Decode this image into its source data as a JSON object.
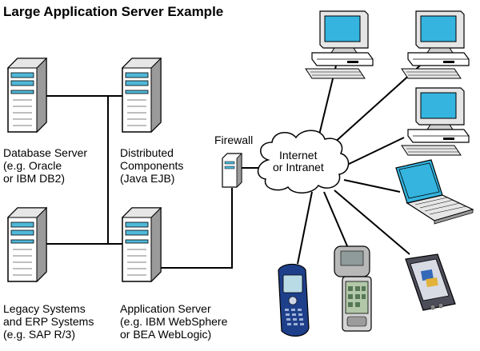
{
  "title": "Large Application Server Example",
  "servers": {
    "database": {
      "lines": [
        "Database Server",
        "(e.g. Oracle",
        "or IBM DB2)"
      ]
    },
    "distributed": {
      "lines": [
        "Distributed",
        "Components",
        "(Java EJB)"
      ]
    },
    "legacy": {
      "lines": [
        "Legacy Systems",
        "and ERP Systems",
        "(e.g. SAP R/3)"
      ]
    },
    "appserver": {
      "lines": [
        "Application Server",
        "(e.g. IBM WebSphere",
        "or BEA WebLogic)"
      ]
    }
  },
  "firewall": {
    "label": "Firewall"
  },
  "cloud": {
    "lines": [
      "Internet",
      "or Intranet"
    ]
  },
  "clients": [
    "desktop computer",
    "desktop computer",
    "desktop computer",
    "laptop",
    "mobile phone",
    "flip phone",
    "pda"
  ],
  "colors": {
    "server_body": "#ffffff",
    "server_accent": "#4fb8d8",
    "screen": "#34b4df",
    "cloud_fill": "#ffffff",
    "line": "#000000"
  }
}
